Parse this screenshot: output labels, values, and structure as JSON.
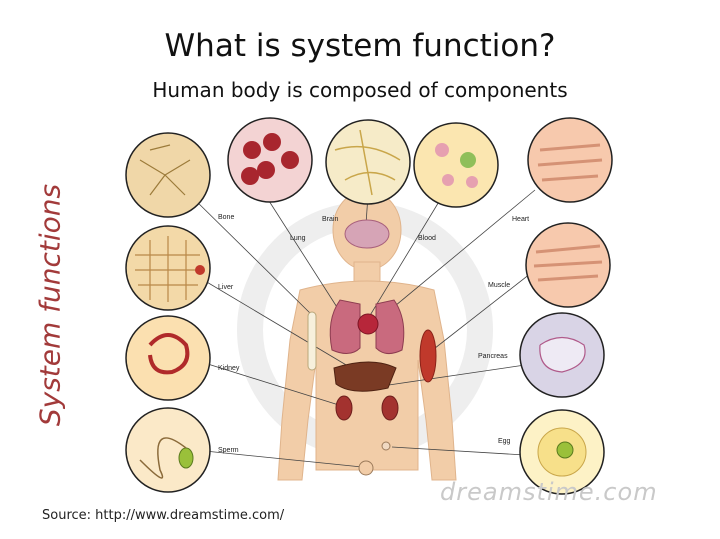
{
  "title": "What is system function?",
  "subtitle": "Human body is composed of components",
  "side_label": "System functions",
  "source": "Source: http://www.dreamstime.com/",
  "watermark": "dreamstime.com",
  "labels": {
    "bone": "Bone",
    "brain": "Brain",
    "lung": "Lung",
    "blood": "Blood",
    "heart": "Heart",
    "liver": "Liver",
    "muscle": "Muscle",
    "kidney": "Kidney",
    "pancreas": "Pancreas",
    "sperm": "Sperm",
    "egg": "Egg"
  }
}
